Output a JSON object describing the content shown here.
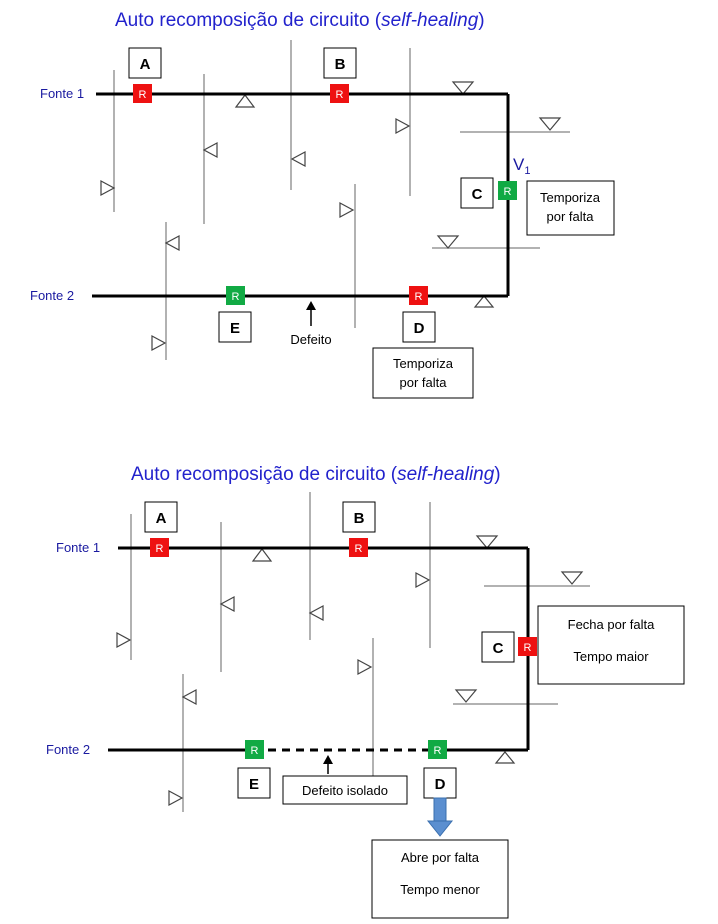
{
  "colors": {
    "title": "#2222cc",
    "source_label": "#1a1aa0",
    "recloser_closed": "#ee1111",
    "recloser_open": "#11aa44",
    "line": "#000000",
    "lateral": "#999999",
    "arrow": "#5b8fd0"
  },
  "recloser_glyph": "R",
  "diagram1": {
    "title_prefix": "Auto recomposição de circuito (",
    "title_italic": "self-healing",
    "title_suffix": ")",
    "source1": "Fonte 1",
    "source2": "Fonte 2",
    "labels": {
      "A": "A",
      "B": "B",
      "C": "C",
      "D": "D",
      "E": "E"
    },
    "v_label": "V",
    "v_subscript": "1",
    "note_c": [
      "Temporiza",
      "por falta"
    ],
    "note_d": [
      "Temporiza",
      "por falta"
    ],
    "fault": "Defeito"
  },
  "diagram2": {
    "title_prefix": "Auto recomposição de circuito (",
    "title_italic": "self-healing",
    "title_suffix": ")",
    "source1": "Fonte 1",
    "source2": "Fonte 2",
    "labels": {
      "A": "A",
      "B": "B",
      "C": "C",
      "D": "D",
      "E": "E"
    },
    "note_c": [
      "Fecha por falta",
      "Tempo maior"
    ],
    "note_d": [
      "Abre por falta",
      "Tempo menor"
    ],
    "fault": "Defeito isolado"
  }
}
